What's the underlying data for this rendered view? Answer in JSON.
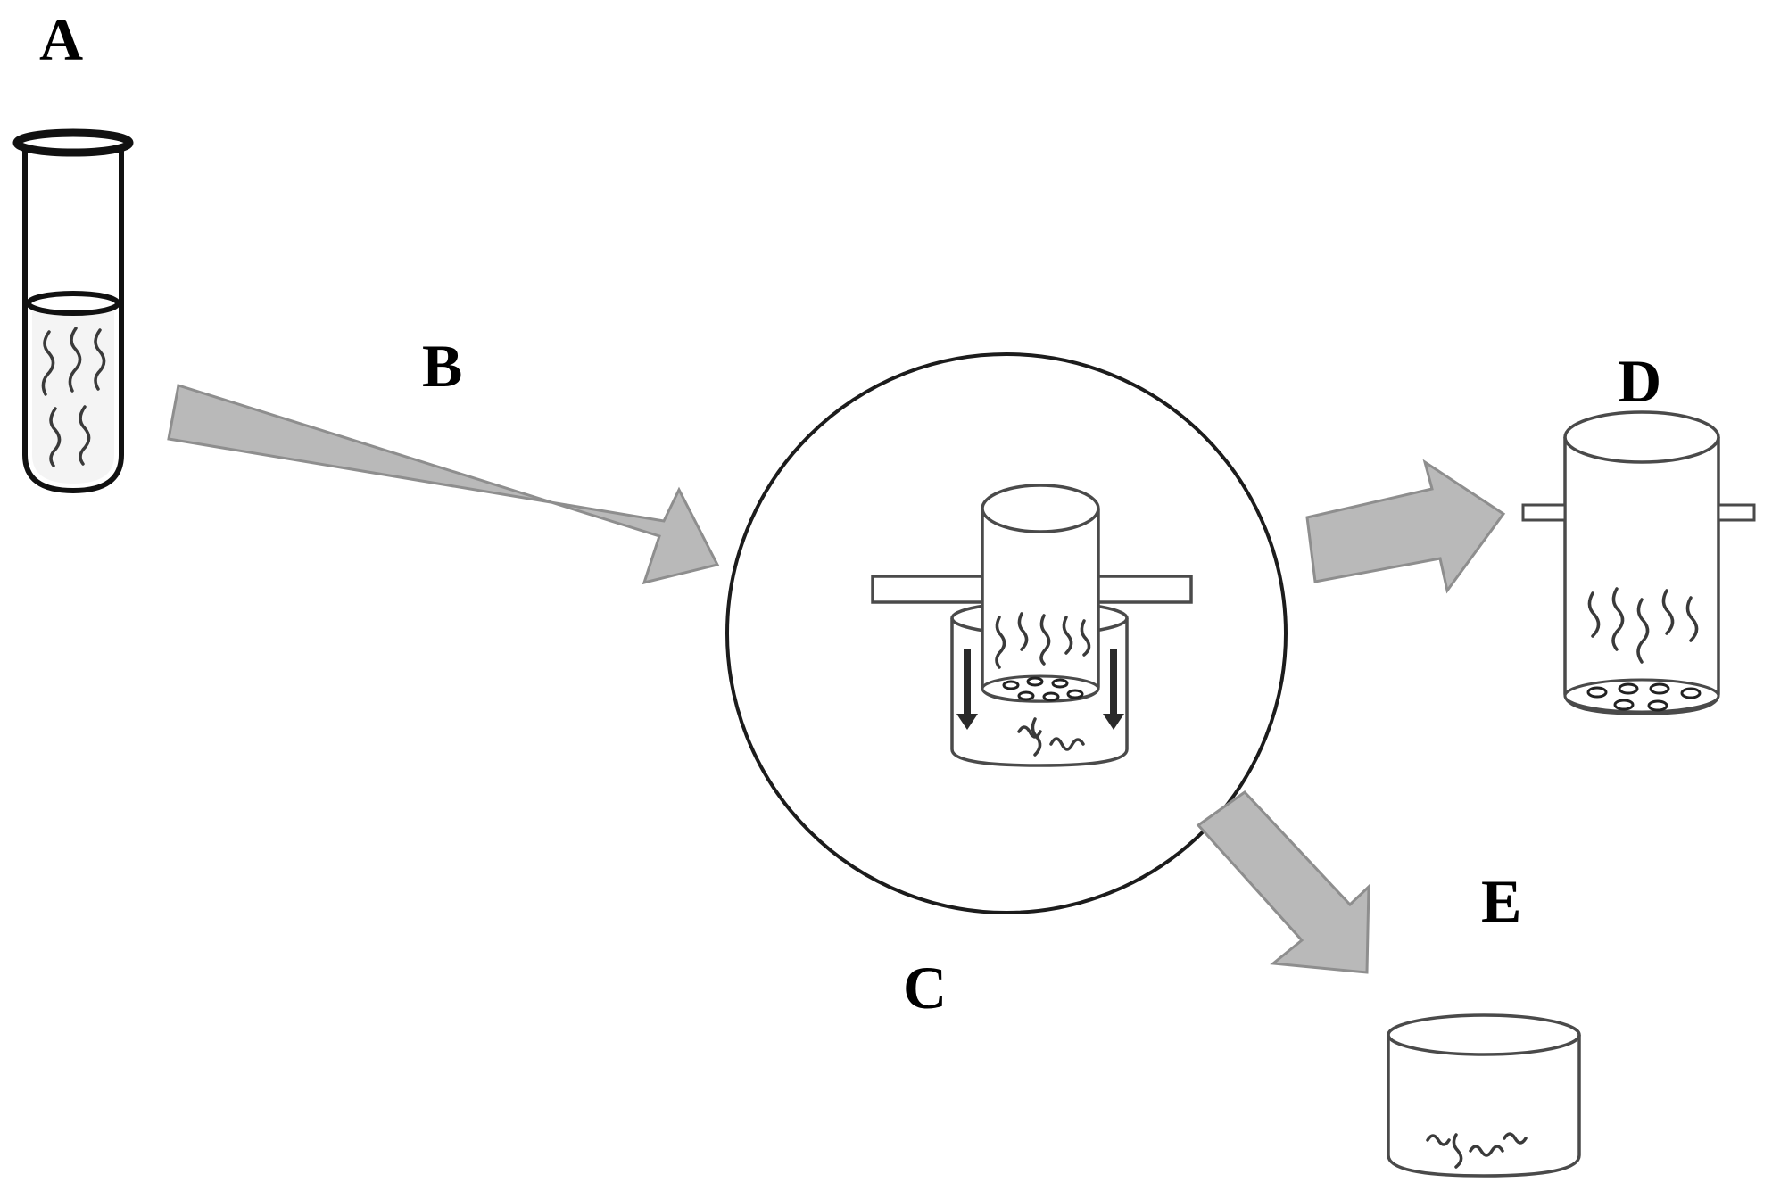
{
  "labels": {
    "a": "A",
    "b": "B",
    "c": "C",
    "d": "D",
    "e": "E"
  },
  "colors": {
    "arrow_fill": "#b9b9b9",
    "arrow_stroke": "#8e8e8e",
    "line": "#111111",
    "background": "#ffffff"
  }
}
